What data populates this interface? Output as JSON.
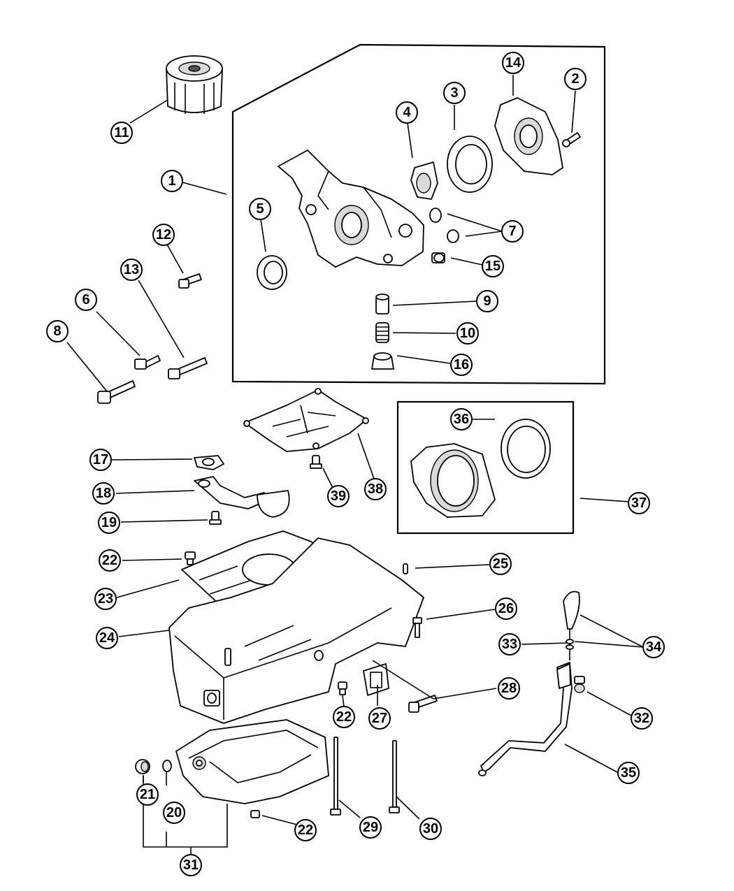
{
  "callouts": {
    "c1": "1",
    "c2": "2",
    "c3": "3",
    "c4": "4",
    "c5": "5",
    "c6": "6",
    "c7": "7",
    "c8": "8",
    "c9": "9",
    "c10": "10",
    "c11": "11",
    "c12": "12",
    "c13": "13",
    "c14": "14",
    "c15": "15",
    "c16": "16",
    "c17": "17",
    "c18": "18",
    "c19": "19",
    "c20": "20",
    "c21": "21",
    "c22a": "22",
    "c22b": "22",
    "c22c": "22",
    "c23": "23",
    "c24": "24",
    "c25": "25",
    "c26": "26",
    "c27": "27",
    "c28": "28",
    "c29": "29",
    "c30": "30",
    "c31": "31",
    "c32": "32",
    "c33": "33",
    "c34": "34",
    "c35": "35",
    "c36": "36",
    "c37": "37",
    "c38": "38",
    "c39": "39"
  }
}
